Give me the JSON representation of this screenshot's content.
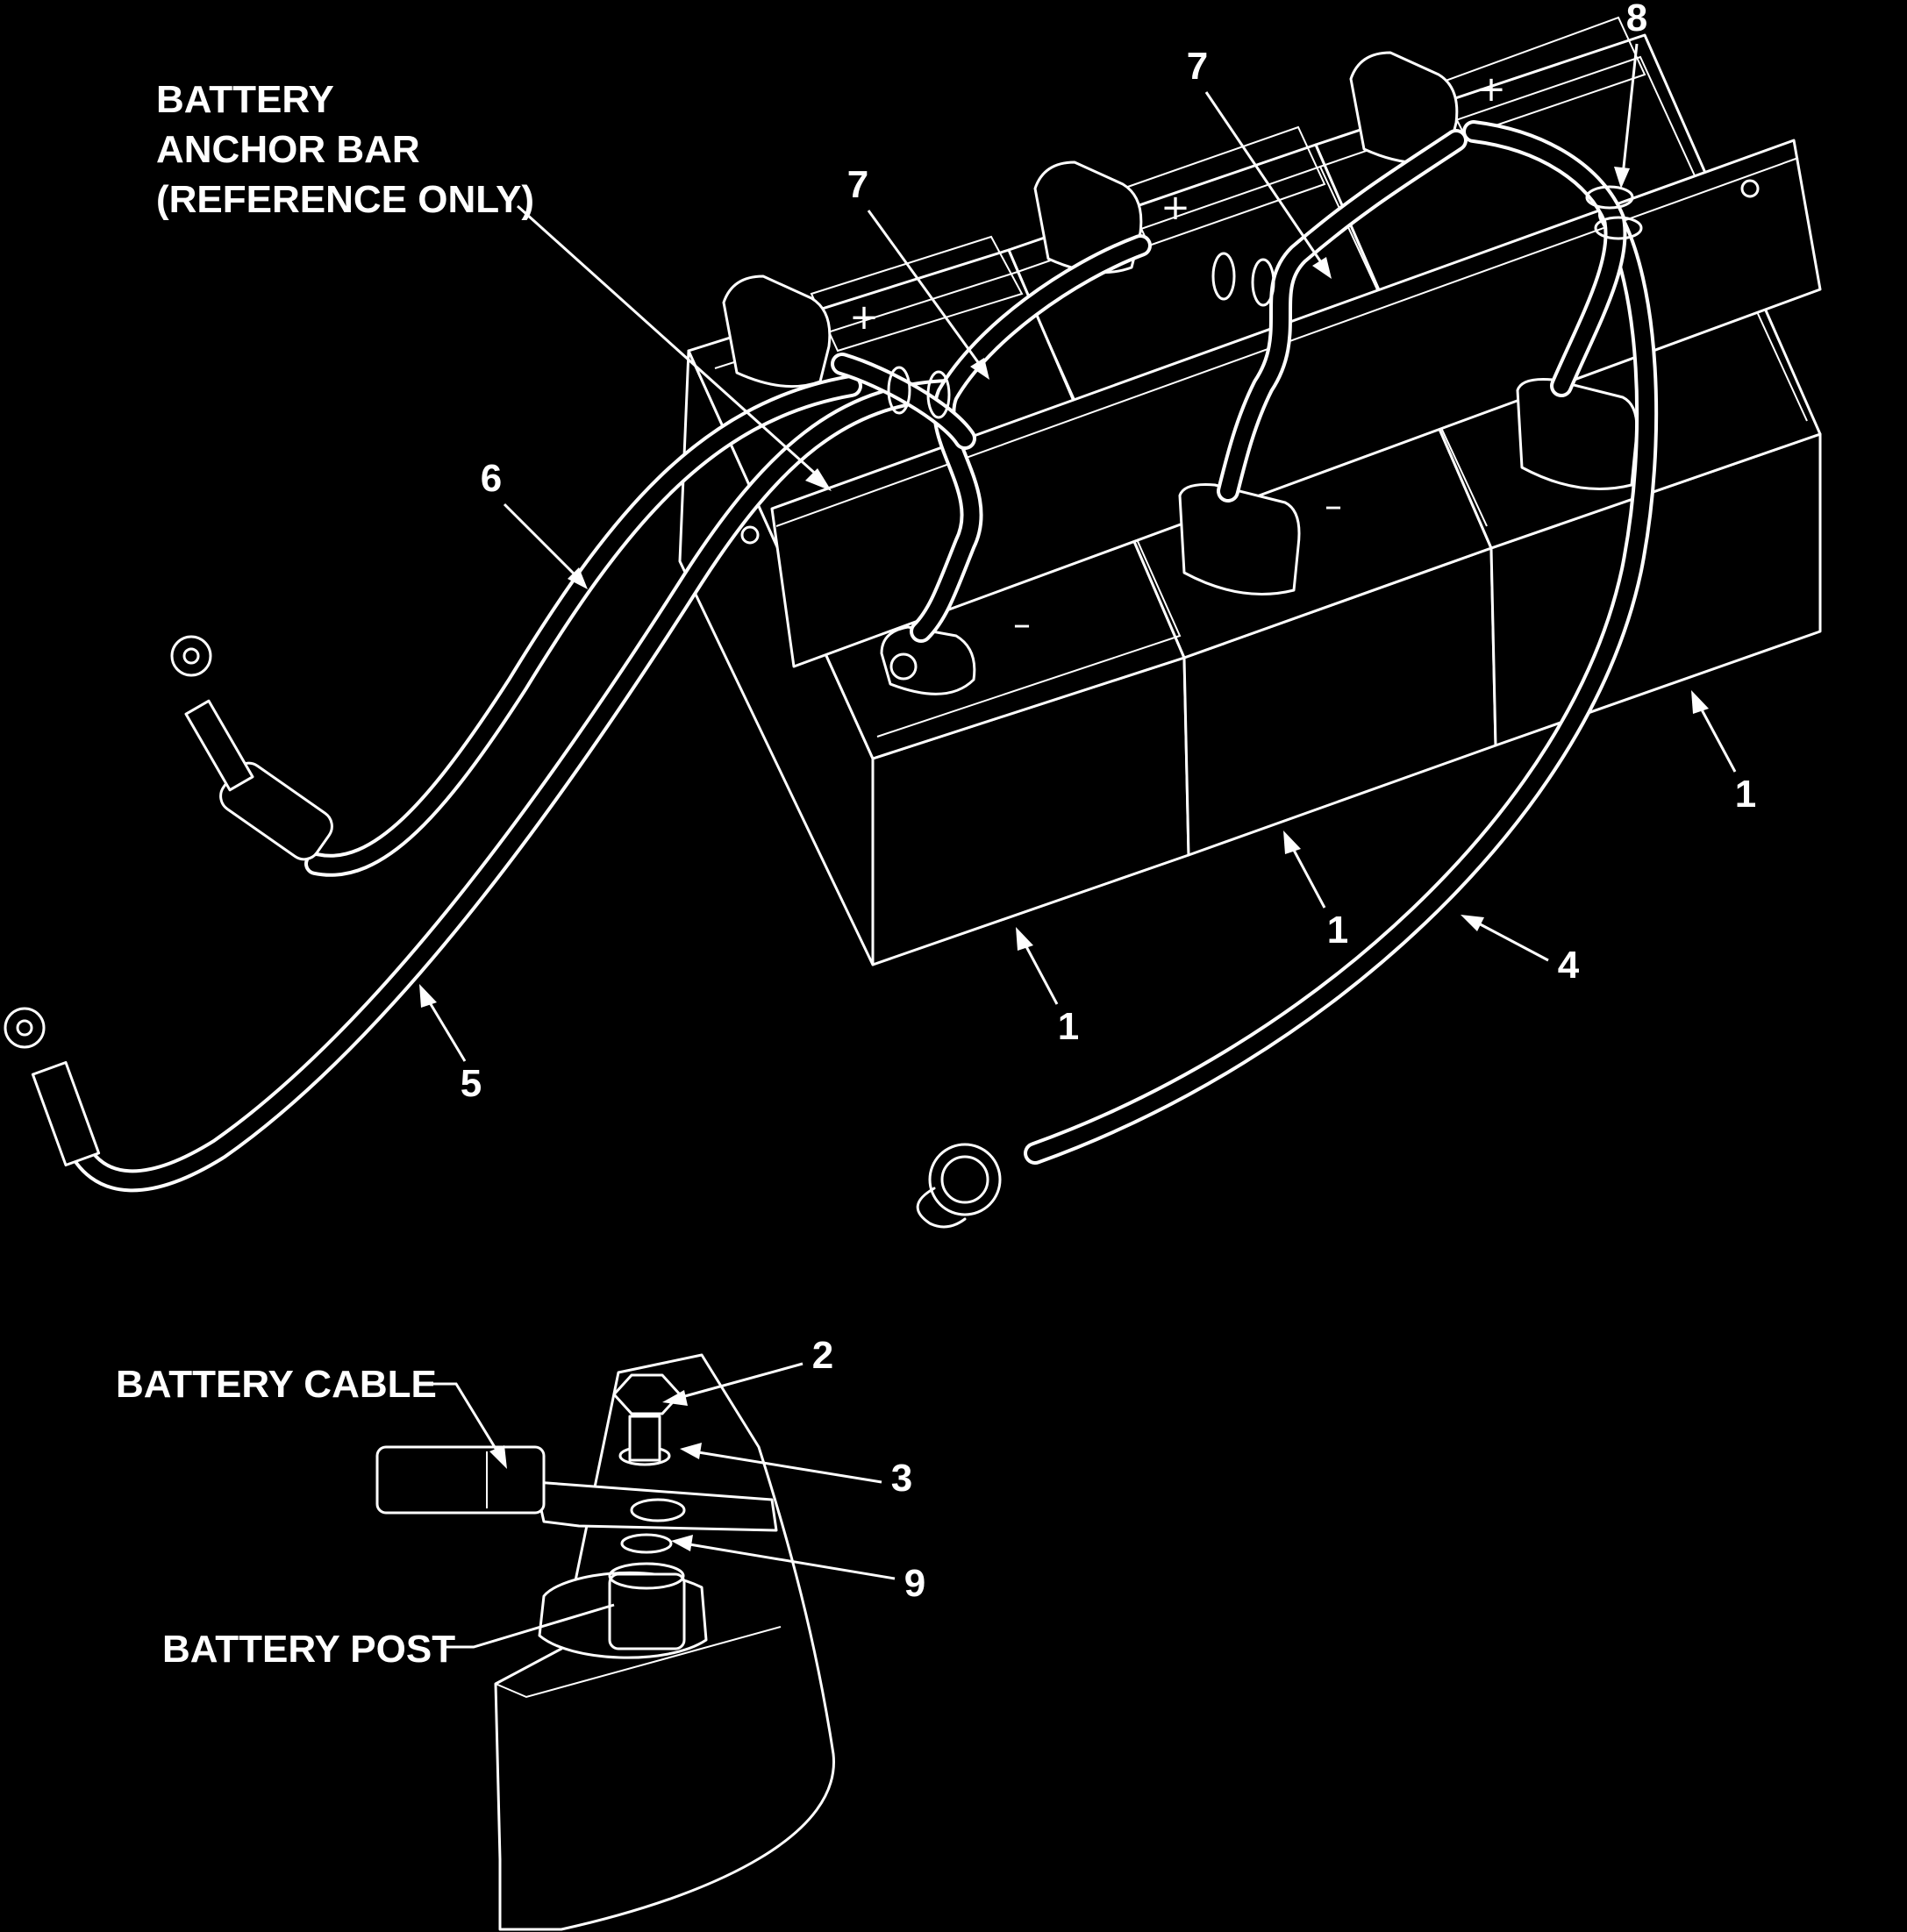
{
  "labels": {
    "anchor_bar_line1": "BATTERY",
    "anchor_bar_line2": "ANCHOR BAR",
    "anchor_bar_line3": "(REFERENCE ONLY)",
    "battery_cable": "BATTERY CABLE",
    "battery_post": "BATTERY POST"
  },
  "callouts": {
    "c1a": "1",
    "c1b": "1",
    "c1c": "1",
    "c2": "2",
    "c3": "3",
    "c4": "4",
    "c5": "5",
    "c6": "6",
    "c7a": "7",
    "c7b": "7",
    "c8": "8",
    "c9": "9"
  },
  "terminal_marks": {
    "plus": "+",
    "minus": "–"
  }
}
